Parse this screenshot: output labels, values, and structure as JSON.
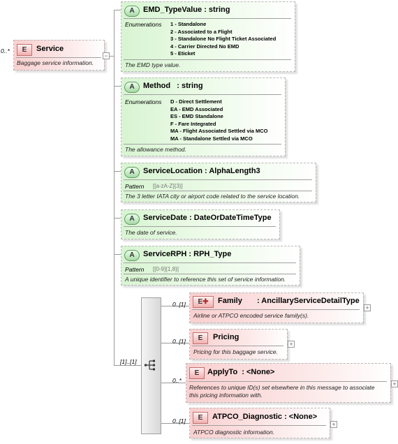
{
  "service": {
    "cardinality": "0..*",
    "badge": "E",
    "name": "Service",
    "doc": "Baggage service information."
  },
  "attributes": {
    "emd": {
      "badge": "A",
      "title": "EMD_TypeValue : string",
      "enum_label": "Enumerations",
      "enums": [
        "1 - Standalone",
        "2 - Associated to a Flight",
        "3 - Standalone No Flight Ticket Associated",
        "4 - Carrier Directed No EMD",
        "5 - Eticket"
      ],
      "doc": "The EMD type value."
    },
    "method": {
      "badge": "A",
      "title": "Method   : string",
      "enum_label": "Enumerations",
      "enums": [
        "D - Direct Settlement",
        "EA - EMD Associated",
        "ES - EMD Standalone",
        "F - Fare Integrated",
        "MA - Flight Associated Settled via MCO",
        "MA - Standalone Settled via MCO"
      ],
      "doc": "The allowance method."
    },
    "location": {
      "badge": "A",
      "title": "ServiceLocation : AlphaLength3",
      "pattern_label": "Pattern",
      "pattern": "[[a-zA-Z]{3}]",
      "doc": "The 3 letter IATA city or airport code related to the service location."
    },
    "date": {
      "badge": "A",
      "title": "ServiceDate : DateOrDateTimeType",
      "doc": "The date of service."
    },
    "rph": {
      "badge": "A",
      "title": "ServiceRPH : RPH_Type",
      "pattern_label": "Pattern",
      "pattern": "[[0-9]{1,8}]",
      "doc": "A unique identifier to reference this set of service information."
    }
  },
  "sequence": {
    "cardinality": "[1]..[1]"
  },
  "children": {
    "family": {
      "cardinality": "0..[1]",
      "badge": "E",
      "title": "Family",
      "type": ": AncillaryServiceDetailType",
      "doc": "Airline or ATPCO encoded service family(s)."
    },
    "pricing": {
      "cardinality": "0..[1]",
      "badge": "E",
      "title": "Pricing",
      "doc": "Pricing for this baggage service."
    },
    "applyto": {
      "cardinality": "0..*",
      "badge": "E",
      "title": "ApplyTo  : <None>",
      "doc_line1": "References to unique ID(s) set elsewhere in this message to associate",
      "doc_line2": "this pricing information with."
    },
    "atpco": {
      "cardinality": "0..[1]",
      "badge": "E",
      "title": "ATPCO_Diagnostic : <None>",
      "doc": "ATPCO diagnostic information."
    }
  },
  "expand_symbol": "+",
  "collapse_symbol": "−"
}
